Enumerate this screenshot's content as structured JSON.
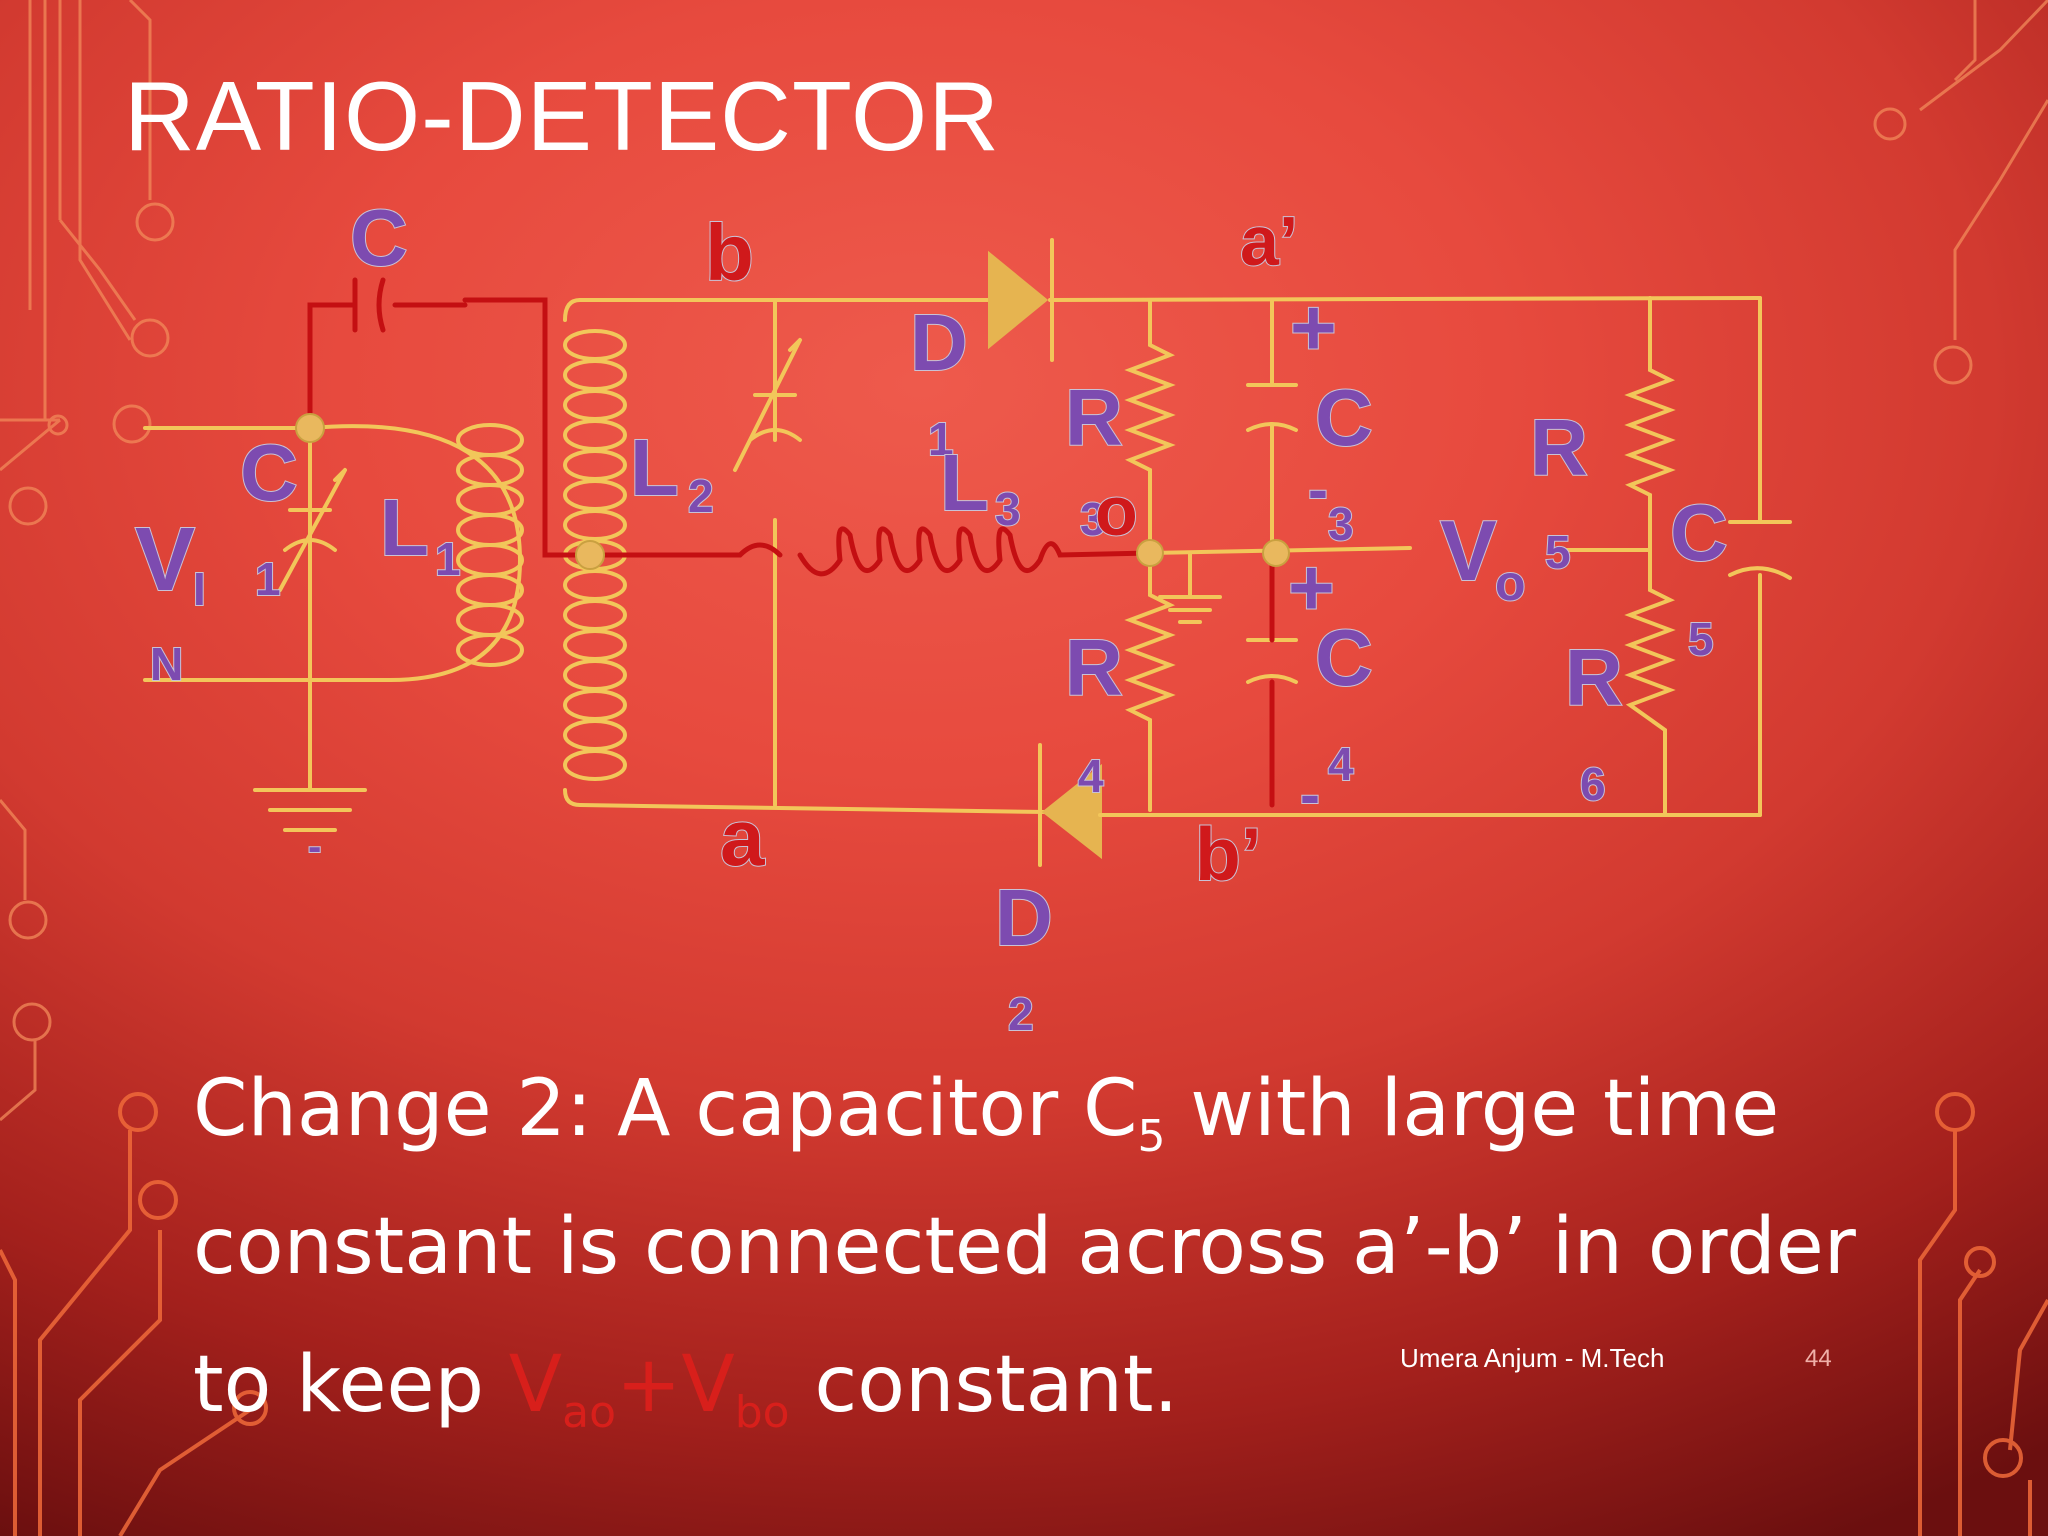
{
  "slide": {
    "title": "RATIO-DETECTOR",
    "body": {
      "line1_a": "Change 2: A capacitor C",
      "line1_sub": "5",
      "line1_b": " with large time",
      "line2": "constant is connected across a’-b’ in order",
      "line3_a": "to keep ",
      "line3_red_1": "V",
      "line3_sub_1": "ao",
      "line3_red_2": "+V",
      "line3_sub_2": "bo",
      "line3_b": " constant."
    },
    "footer": "Umera Anjum - M.Tech",
    "page_number": "44",
    "colors": {
      "background": "#e74a3e",
      "wire_yellow": "#f2c65a",
      "wire_red": "#c40f12",
      "label_purple": "#7d4bb0",
      "label_red": "#d0191b",
      "decor_lines": "#f28a5a"
    }
  },
  "circuit": {
    "labels": {
      "C": "C",
      "C1_num": "1",
      "b": "b",
      "a_prime": "a’",
      "D": "D",
      "D_num": "1",
      "plus": "+",
      "minus": "-",
      "R": "R",
      "R3_num": "3",
      "R4_num": "4",
      "R5_num": "5",
      "R6_num": "6",
      "C3_num": "3",
      "C4_num": "4",
      "C5_num": "5",
      "V": "V",
      "VI_sub": "I",
      "VI_N": "N",
      "Vo_sub": "o",
      "L": "L",
      "L1_num": "1",
      "L2_num": "2",
      "L3_num": "3",
      "o": "o",
      "a": "a",
      "b_prime": "b’",
      "D2_num": "2",
      "bottom_dash": "-"
    }
  }
}
